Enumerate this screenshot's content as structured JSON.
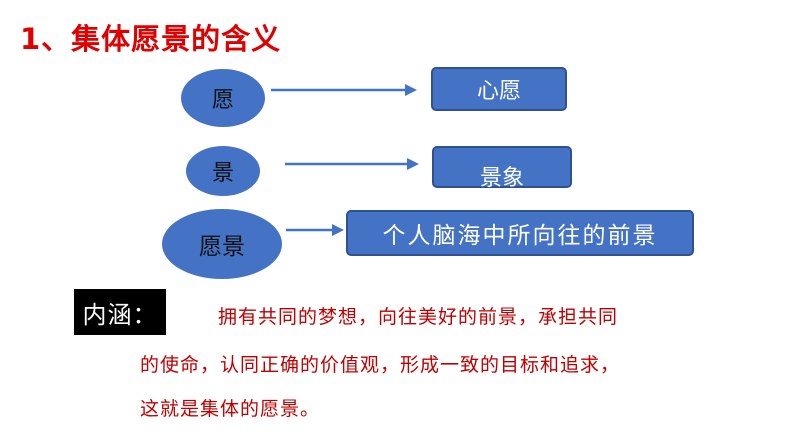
{
  "title": "1、集体愿景的含义",
  "rows": [
    {
      "term": "愿",
      "meaning": "心愿"
    },
    {
      "term": "景",
      "meaning": "景象"
    },
    {
      "term": "愿景",
      "meaning": "个人脑海中所向往的前景"
    }
  ],
  "definition": {
    "label": "内涵：",
    "lines": [
      "拥有共同的梦想，向往美好的前景，承担共同",
      "的使命，认同正确的价值观，形成一致的目标和追求，",
      "这就是集体的愿景。"
    ]
  },
  "colors": {
    "title": "#e00000",
    "shape_fill": "#4472c4",
    "shape_border": "#2f528f",
    "definition_text": "#c00000",
    "label_bg": "#000000"
  }
}
